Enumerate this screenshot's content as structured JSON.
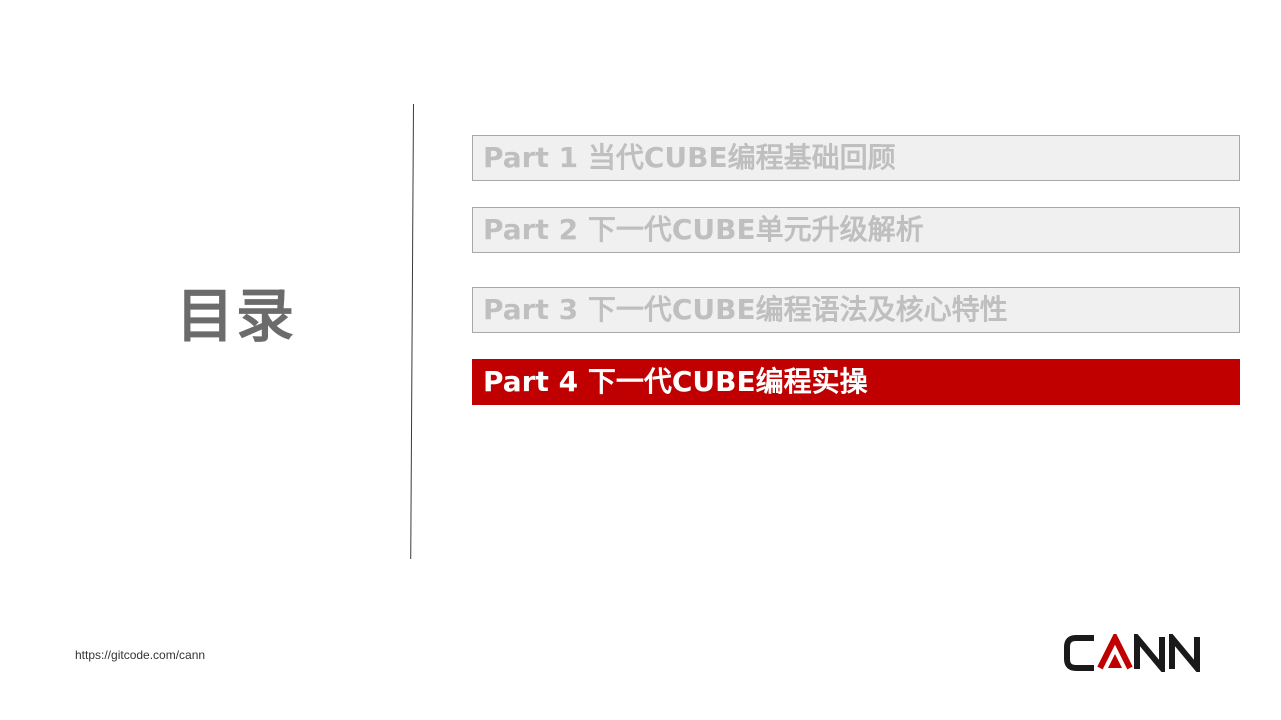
{
  "slide": {
    "title": "目录"
  },
  "agenda": {
    "items": [
      {
        "label": "Part 1 当代CUBE编程基础回顾",
        "active": false
      },
      {
        "label": "Part 2 下一代CUBE单元升级解析",
        "active": false
      },
      {
        "label": "Part 3 下一代CUBE编程语法及核心特性",
        "active": false
      },
      {
        "label": "Part 4 下一代CUBE编程实操",
        "active": true
      }
    ]
  },
  "footer": {
    "url": "https://gitcode.com/cann",
    "logo_text": "CANN"
  },
  "colors": {
    "accent": "#c00000",
    "inactive_bg": "#f0f0f0",
    "inactive_text": "#bfbfbf",
    "title_text": "#6b6b6b",
    "logo_dark": "#1a1a1a",
    "logo_red": "#c00000"
  }
}
